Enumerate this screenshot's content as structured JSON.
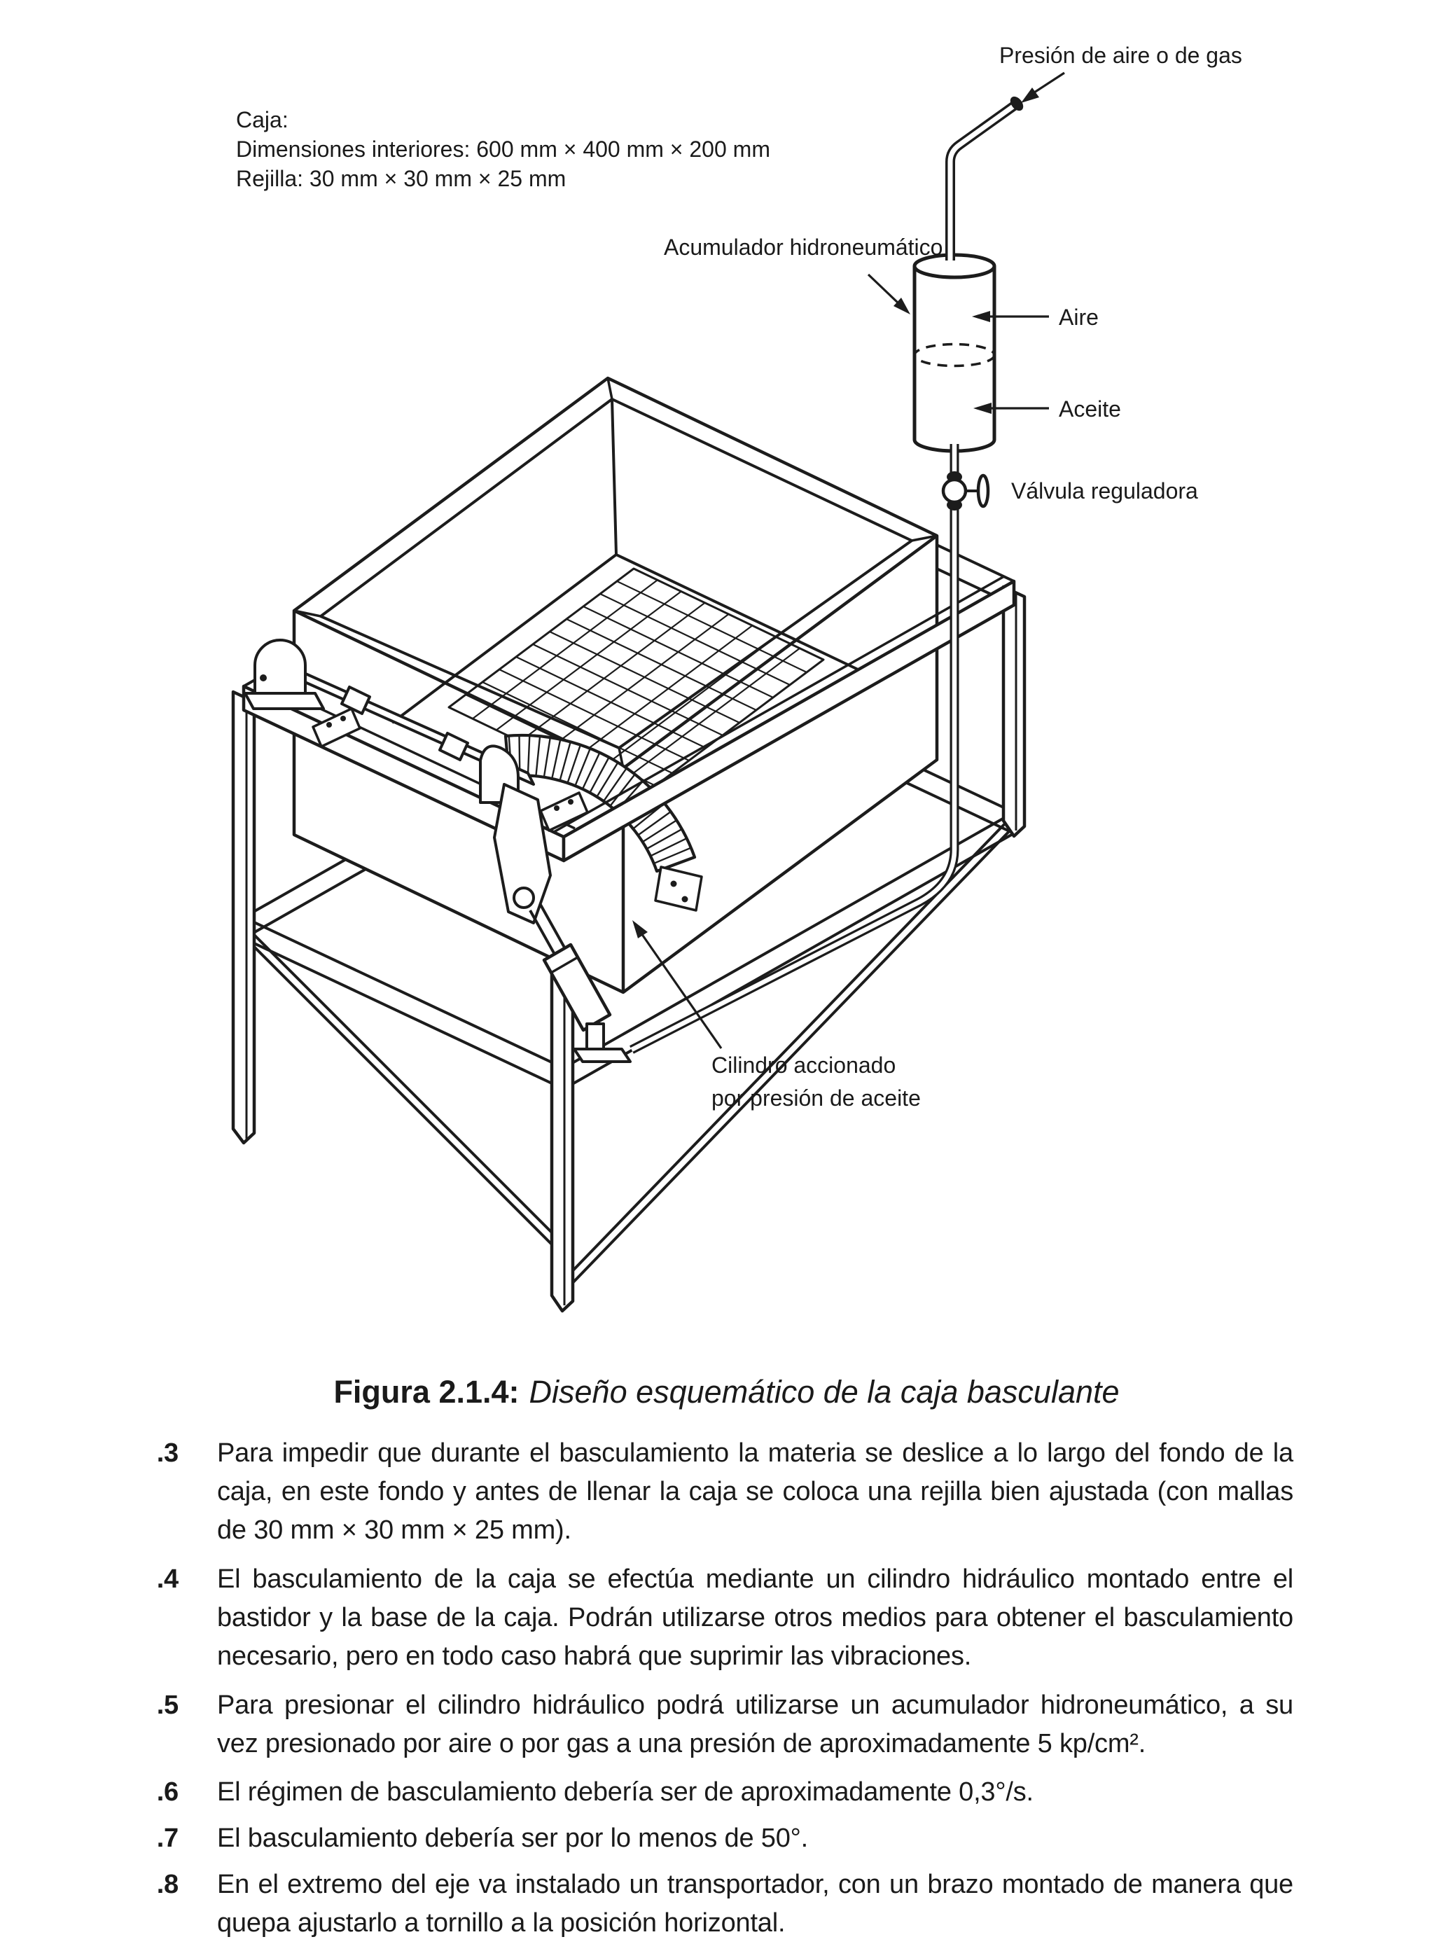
{
  "figure": {
    "labels": {
      "presion": "Presión de aire o de gas",
      "caja_title": "Caja:",
      "caja_dim": "Dimensiones interiores: 600 mm × 400 mm × 200 mm",
      "caja_rejilla": "Rejilla: 30 mm × 30 mm × 25 mm",
      "acumulador": "Acumulador hidroneumático",
      "aire": "Aire",
      "aceite": "Aceite",
      "valvula": "Válvula reguladora",
      "cilindro_l1": "Cilindro accionado",
      "cilindro_l2": "por presión de aceite"
    },
    "caption": {
      "label": "Figura 2.1.4:",
      "text": "Diseño esquemático de la caja basculante"
    }
  },
  "paragraphs": [
    {
      "num": ".3",
      "text": "Para impedir que durante el basculamiento la materia se deslice a lo largo del fondo de la caja, en este fondo y antes de llenar la caja se coloca una rejilla bien ajustada (con mallas de 30 mm × 30 mm × 25 mm)."
    },
    {
      "num": ".4",
      "text": "El basculamiento de la caja se efectúa mediante un cilindro hidráulico montado entre el bastidor y la base de la caja. Podrán utilizarse otros medios para obtener el basculamiento necesario, pero en todo caso habrá que suprimir las vibraciones."
    },
    {
      "num": ".5",
      "text": "Para presionar el cilindro hidráulico podrá utilizarse un acumulador hidroneumático, a su vez presionado por aire o por gas a una presión de aproximadamente 5 kp/cm²."
    },
    {
      "num": ".6",
      "text": "El régimen de basculamiento debería ser de aproximadamente 0,3°/s."
    },
    {
      "num": ".7",
      "text": "El basculamiento debería ser por lo menos de 50°."
    },
    {
      "num": ".8",
      "text": "En el extremo del eje va instalado un transportador, con un brazo montado de manera que quepa ajustarlo a tornillo a la posición horizontal."
    }
  ],
  "colors": {
    "ink": "#1c1c1c",
    "paper": "#ffffff"
  }
}
